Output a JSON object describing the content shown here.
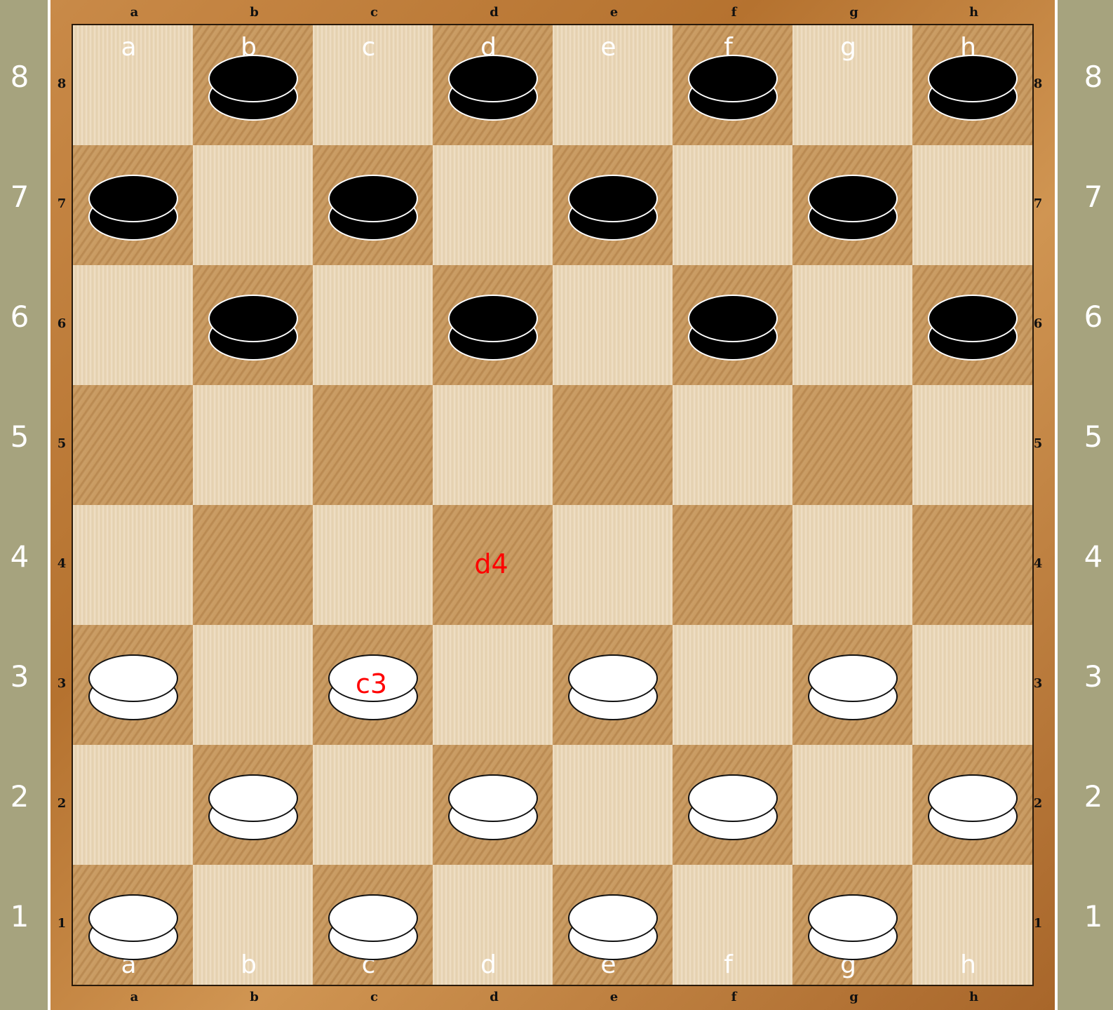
{
  "files": [
    "a",
    "b",
    "c",
    "d",
    "e",
    "f",
    "g",
    "h"
  ],
  "ranks": [
    "8",
    "7",
    "6",
    "5",
    "4",
    "3",
    "2",
    "1"
  ],
  "board_colors": {
    "light": "#ead6b5",
    "dark": "#c8995f",
    "background": "#a6a37e",
    "frame": "#c98a48"
  },
  "pieces": [
    {
      "square": "b8",
      "color": "black"
    },
    {
      "square": "d8",
      "color": "black"
    },
    {
      "square": "f8",
      "color": "black"
    },
    {
      "square": "h8",
      "color": "black"
    },
    {
      "square": "a7",
      "color": "black"
    },
    {
      "square": "c7",
      "color": "black"
    },
    {
      "square": "e7",
      "color": "black"
    },
    {
      "square": "g7",
      "color": "black"
    },
    {
      "square": "b6",
      "color": "black"
    },
    {
      "square": "d6",
      "color": "black"
    },
    {
      "square": "f6",
      "color": "black"
    },
    {
      "square": "h6",
      "color": "black"
    },
    {
      "square": "a3",
      "color": "white"
    },
    {
      "square": "c3",
      "color": "white"
    },
    {
      "square": "e3",
      "color": "white"
    },
    {
      "square": "g3",
      "color": "white"
    },
    {
      "square": "b2",
      "color": "white"
    },
    {
      "square": "d2",
      "color": "white"
    },
    {
      "square": "f2",
      "color": "white"
    },
    {
      "square": "h2",
      "color": "white"
    },
    {
      "square": "a1",
      "color": "white"
    },
    {
      "square": "c1",
      "color": "white"
    },
    {
      "square": "e1",
      "color": "white"
    },
    {
      "square": "g1",
      "color": "white"
    }
  ],
  "annotations": [
    {
      "square": "d4",
      "label": "d4",
      "color": "#ff0000"
    },
    {
      "square": "c3",
      "label": "c3",
      "color": "#ff0000"
    }
  ]
}
